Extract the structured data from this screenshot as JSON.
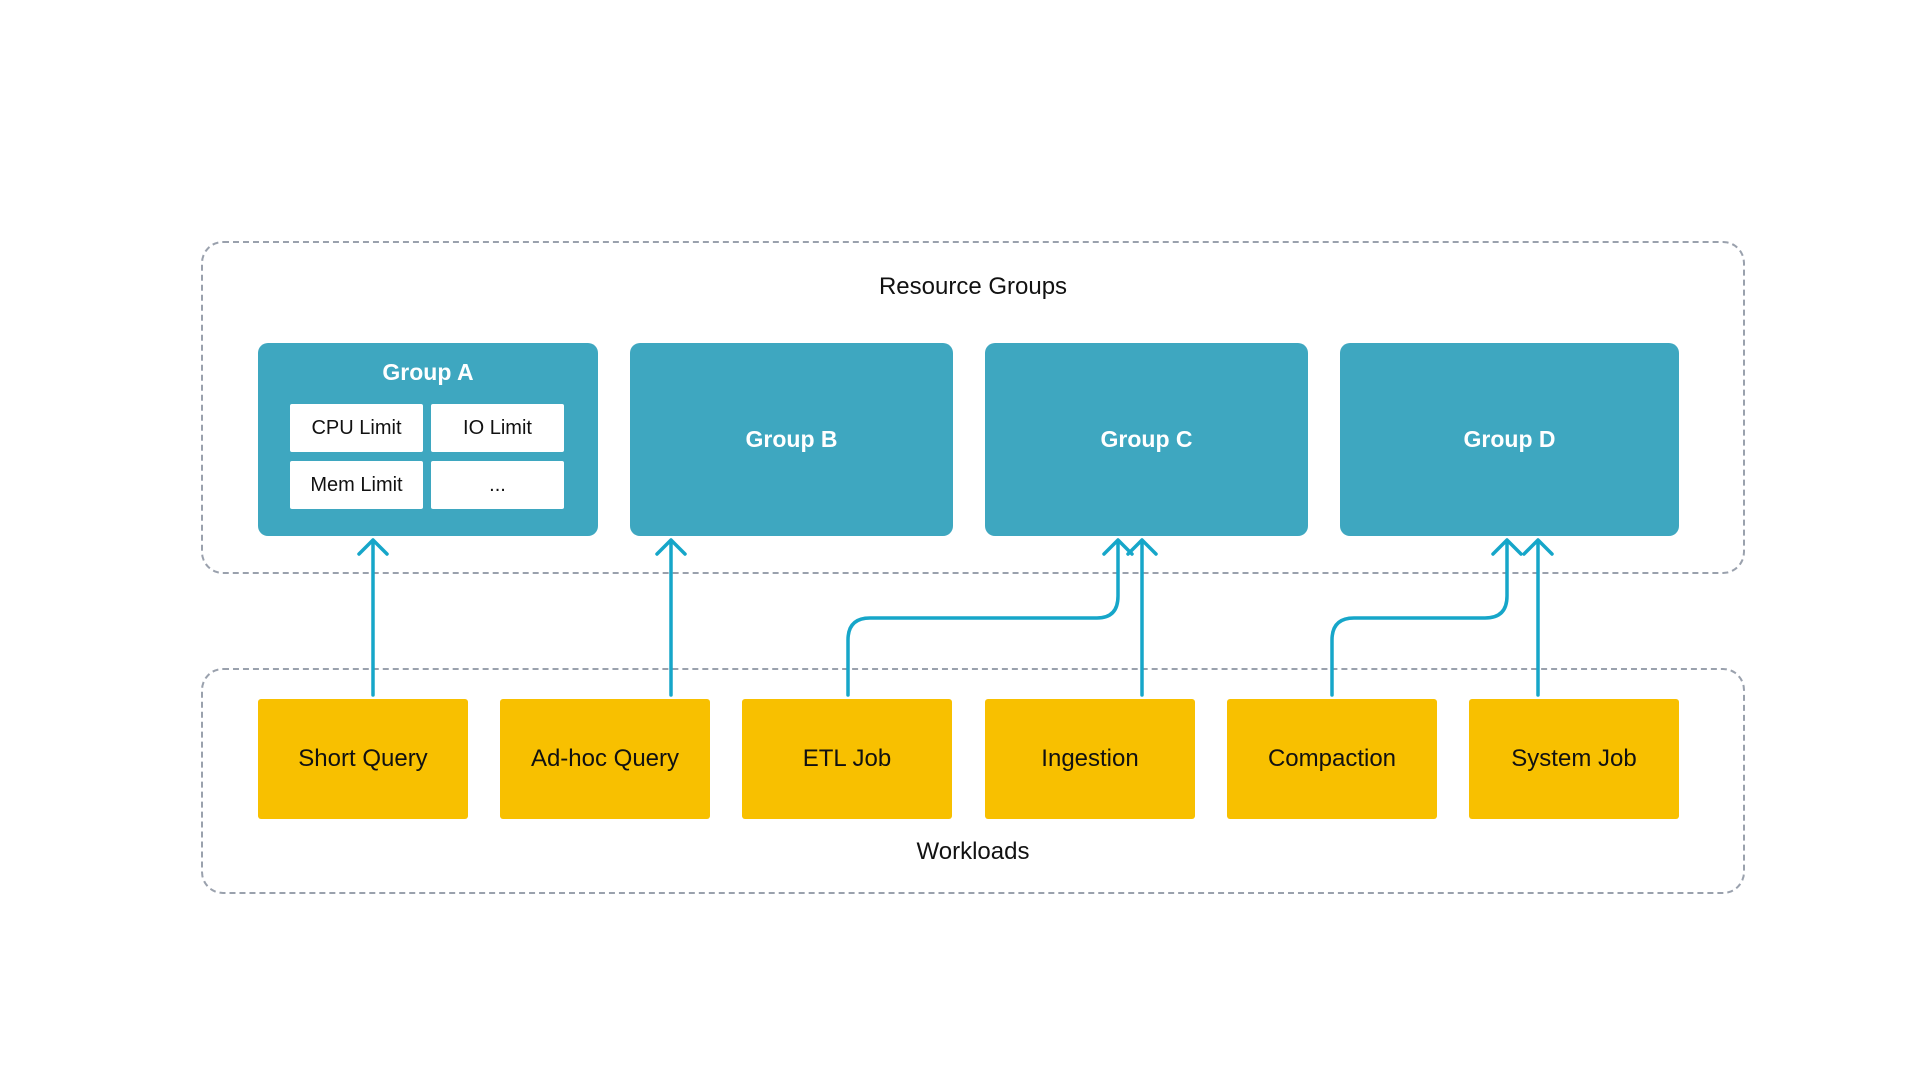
{
  "resource_groups": {
    "label": "Resource Groups",
    "groups": [
      {
        "label": "Group A",
        "limits": [
          "CPU Limit",
          "IO Limit",
          "Mem Limit",
          "..."
        ]
      },
      {
        "label": "Group B"
      },
      {
        "label": "Group C"
      },
      {
        "label": "Group D"
      }
    ]
  },
  "workloads": {
    "label": "Workloads",
    "items": [
      "Short Query",
      "Ad-hoc Query",
      "ETL Job",
      "Ingestion",
      "Compaction",
      "System Job"
    ]
  },
  "colors": {
    "group_fill": "#3ea7c0",
    "workload_fill": "#f8c000",
    "connector": "#16a6c9",
    "container_border": "#9aa1ad"
  }
}
